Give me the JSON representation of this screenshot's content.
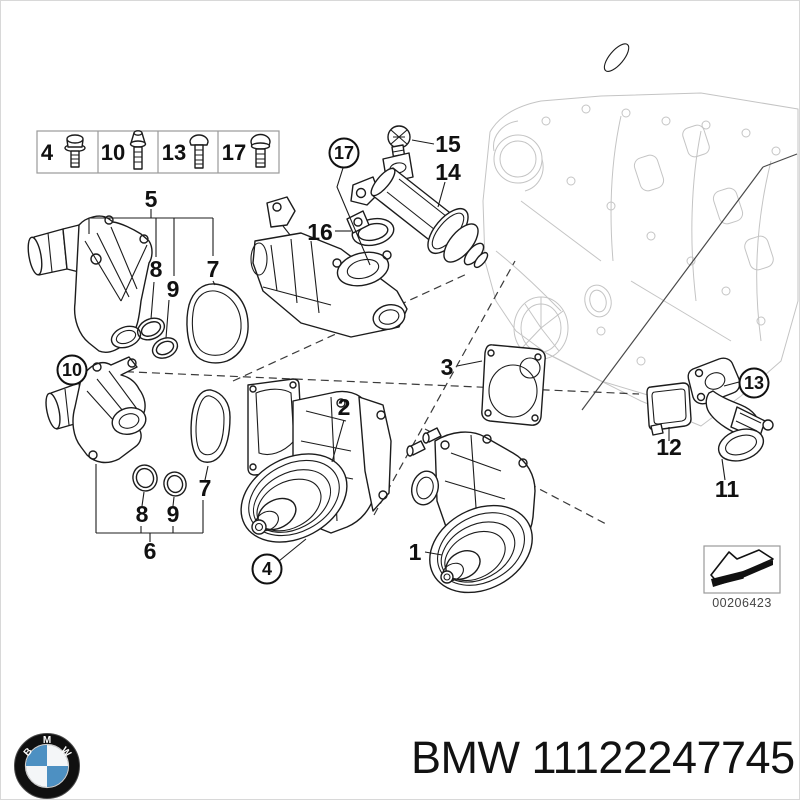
{
  "legend": {
    "items": [
      {
        "label": "4",
        "icon": "flange-hex-bolt-icon"
      },
      {
        "label": "10",
        "icon": "pan-head-bolt-icon"
      },
      {
        "label": "13",
        "icon": "dome-head-bolt-icon"
      },
      {
        "label": "17",
        "icon": "round-head-bolt-icon"
      }
    ]
  },
  "callouts": {
    "plain": [
      {
        "label": "5"
      },
      {
        "label": "8"
      },
      {
        "label": "9"
      },
      {
        "label": "7"
      },
      {
        "label": "15"
      },
      {
        "label": "14"
      },
      {
        "label": "16"
      },
      {
        "label": "3"
      },
      {
        "label": "12"
      },
      {
        "label": "11"
      },
      {
        "label": "2"
      },
      {
        "label": "1"
      },
      {
        "label": "8"
      },
      {
        "label": "9"
      },
      {
        "label": "7"
      },
      {
        "label": "6"
      }
    ],
    "circled": [
      {
        "label": "17"
      },
      {
        "label": "13"
      },
      {
        "label": "10"
      },
      {
        "label": "4"
      }
    ]
  },
  "stamp": {
    "code": "00206423"
  },
  "footer": {
    "text": "BMW 11122247745",
    "logo_letters": {
      "b": "B",
      "m": "M",
      "w": "W"
    }
  },
  "colors": {
    "ink": "#1c1c1c",
    "faint_engine": "#c4c4c4",
    "roundel_blue": "#4d90c2"
  }
}
